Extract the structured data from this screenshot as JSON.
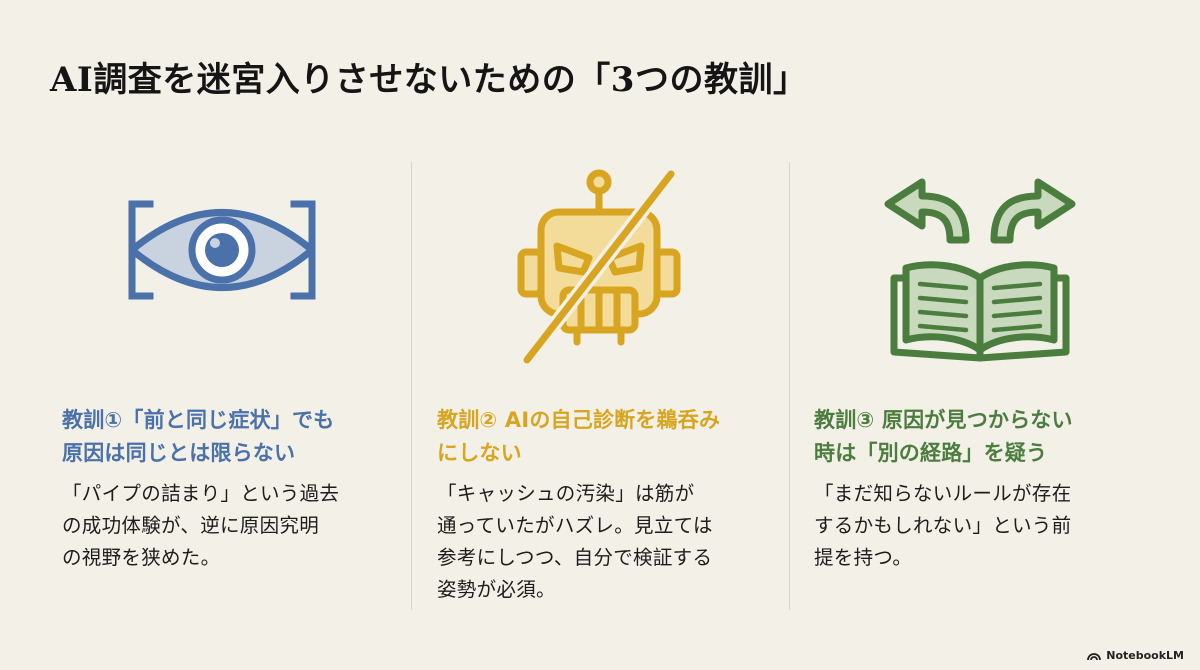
{
  "title": "AI調査を迷宮入りさせないための「3つの教訓」",
  "colors": {
    "blue": "#4a71a9",
    "blue_fill": "#c9d3e0",
    "gold": "#d8a520",
    "gold_fill": "#f3dc9a",
    "green": "#4b7d3f",
    "green_fill": "#c9d9bd",
    "background": "#f3f0e7"
  },
  "lessons": [
    {
      "icon": "eye-focus-icon",
      "heading_line1": "教訓①「前と同じ症状」でも",
      "heading_line2": "原因は同じとは限らない",
      "body_line1": "「パイプの詰まり」という過去",
      "body_line2": "の成功体験が、逆に原因究明",
      "body_line3": "の視野を狭めた。",
      "body_line4": ""
    },
    {
      "icon": "robot-crossed-out-icon",
      "heading_line1": "教訓② AIの自己診断を鵜呑み",
      "heading_line2": "にしない",
      "body_line1": "「キャッシュの汚染」は筋が",
      "body_line2": "通っていたがハズレ。見立ては",
      "body_line3": "参考にしつつ、自分で検証する",
      "body_line4": "姿勢が必須。"
    },
    {
      "icon": "book-branching-arrows-icon",
      "heading_line1": "教訓③ 原因が見つからない",
      "heading_line2": "時は「別の経路」を疑う",
      "body_line1": "「まだ知らないルールが存在",
      "body_line2": "するかもしれない」という前",
      "body_line3": "提を持つ。",
      "body_line4": ""
    }
  ],
  "watermark": "NotebookLM"
}
